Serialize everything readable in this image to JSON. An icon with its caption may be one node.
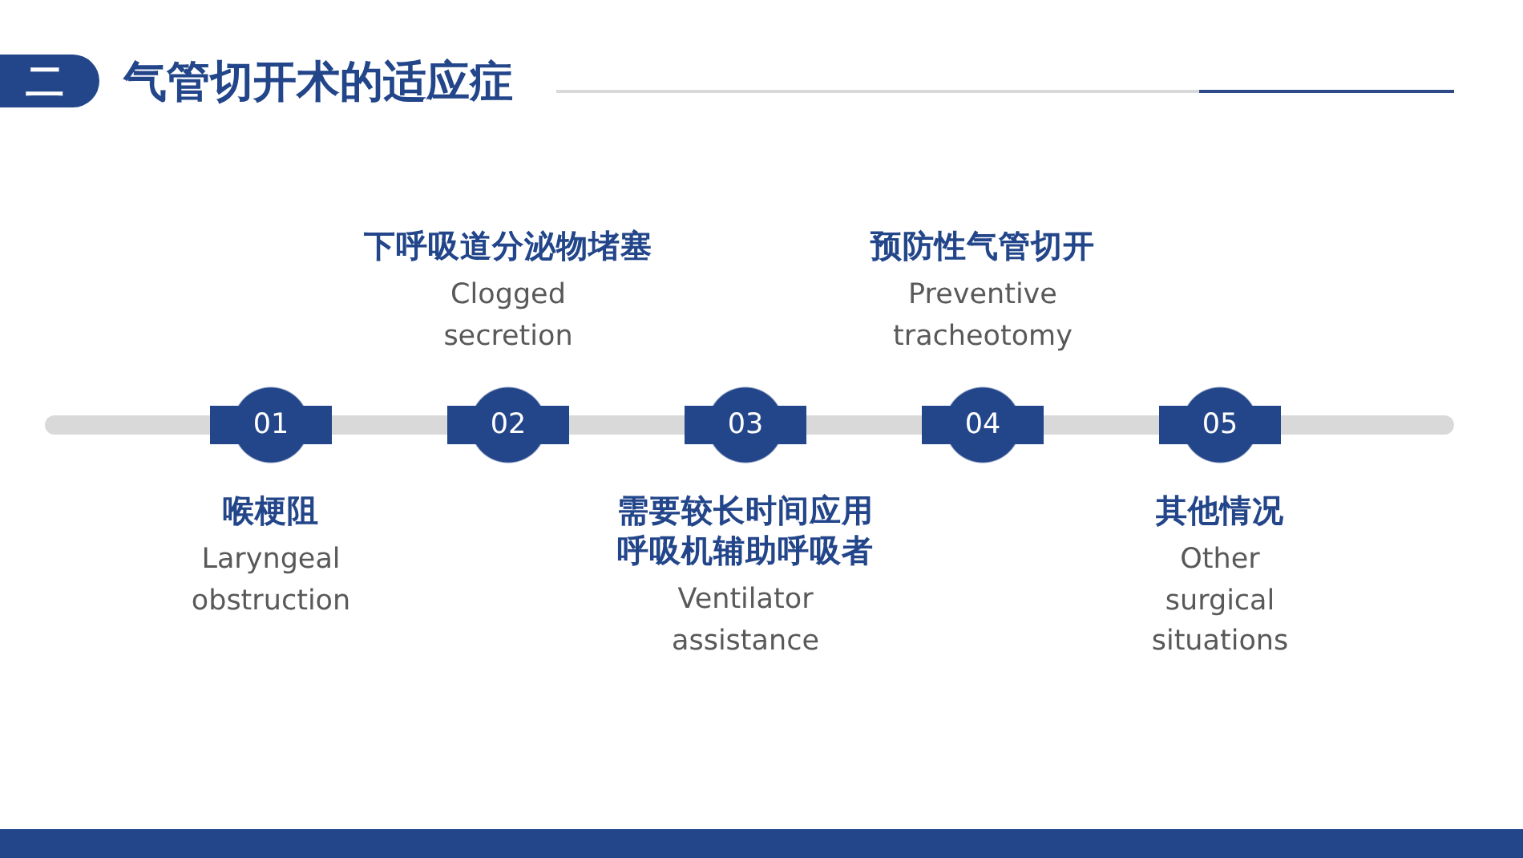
{
  "diagram": {
    "title": "气管切开术的适应症",
    "nodes": [
      {
        "text": [
          "01"
        ],
        "beside": [
          "喉梗阻",
          "Laryngeal obstruction"
        ]
      },
      {
        "text": [
          "02"
        ],
        "beside": [
          "下呼吸道分泌物堵塞",
          "Clogged secretion"
        ]
      },
      {
        "text": [
          "03"
        ],
        "beside": [
          "需要较长时间应用呼吸机辅助呼吸者",
          "Ventilator assistance"
        ]
      },
      {
        "text": [
          "04"
        ],
        "beside": [
          "预防性气管切开",
          "Preventive tracheotomy"
        ]
      },
      {
        "text": [
          "05"
        ],
        "beside": [
          "其他情况",
          "Other surgical situations"
        ]
      }
    ],
    "edges": [
      {
        "from": null,
        "to": 0,
        "arrow": "none"
      },
      {
        "from": 0,
        "to": 1,
        "arrow": "none"
      },
      {
        "from": 1,
        "to": 2,
        "arrow": "none"
      },
      {
        "from": 2,
        "to": 3,
        "arrow": "none"
      },
      {
        "from": 3,
        "to": 4,
        "arrow": "none"
      },
      {
        "from": 4,
        "to": null,
        "arrow": "none"
      }
    ],
    "labels": [
      "二"
    ]
  }
}
